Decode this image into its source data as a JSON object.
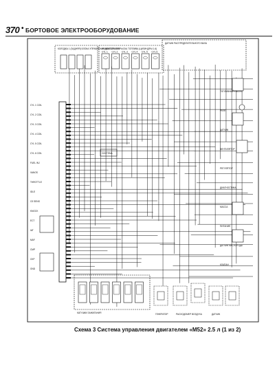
{
  "header": {
    "page_number": "370",
    "bullet": "•",
    "section_title": "БОРТОВОЕ ЭЛЕКТРООБОРУДОВАНИЕ"
  },
  "caption": "Схема 3 Система управления двигателем «M52» 2.5 л (1 из 2)",
  "diagram": {
    "top_left_box": "КОЛОДКА 1 (ЗАДНЯЯ) БЛОКА УПРАВЛЕНИЯ ДВИГАТЕЛЕМ",
    "fuel_injectors_box": "ИНЖЕКТОРЫ ВПРЫСКА ТОПЛИВА (ЦИЛИНДРЫ 1-6)",
    "top_right_box": "ДАТЧИК РАСПРЕДЕЛИТЕЛЬНОГО ВАЛА",
    "cylinder_labels": [
      "CYL 1",
      "CYL 2",
      "CYL 3",
      "CYL 4",
      "CYL 5",
      "CYL 6"
    ],
    "ignition_coils_box": "КАТУШКИ ЗАЖИГАНИЯ",
    "system_label": "СИСТЕМА",
    "bottom_label_1": "ГЕНЕРАТОР",
    "bottom_label_2": "РАСХОДОМЕР ВОЗДУХА",
    "bottom_label_3": "ДАТЧИК",
    "left_labels": [
      "CYL 1 COIL",
      "CYL 2 COIL",
      "CYL 3 COIL",
      "CYL 4 COIL",
      "CYL 5 COIL",
      "CYL 6 COIL",
      "FUEL INJ",
      "VANOS",
      "THROTTLE",
      "IDLE",
      "O2 SENS",
      "KNOCK",
      "ECT",
      "IAT",
      "MAF",
      "CMP",
      "CKP",
      "GND"
    ],
    "right_labels": [
      "ТОПЛИВНЫЙ НАСОС",
      "РЕЛЕ",
      "ДАТЧИК",
      "ВЕНТИЛЯТОР",
      "РЕГУЛЯТОР",
      "ДИАГНОСТИКА",
      "МАССА",
      "ПИТАНИЕ",
      "ДАТЧИК КИСЛОРОДА",
      "КЛАПАН"
    ]
  }
}
